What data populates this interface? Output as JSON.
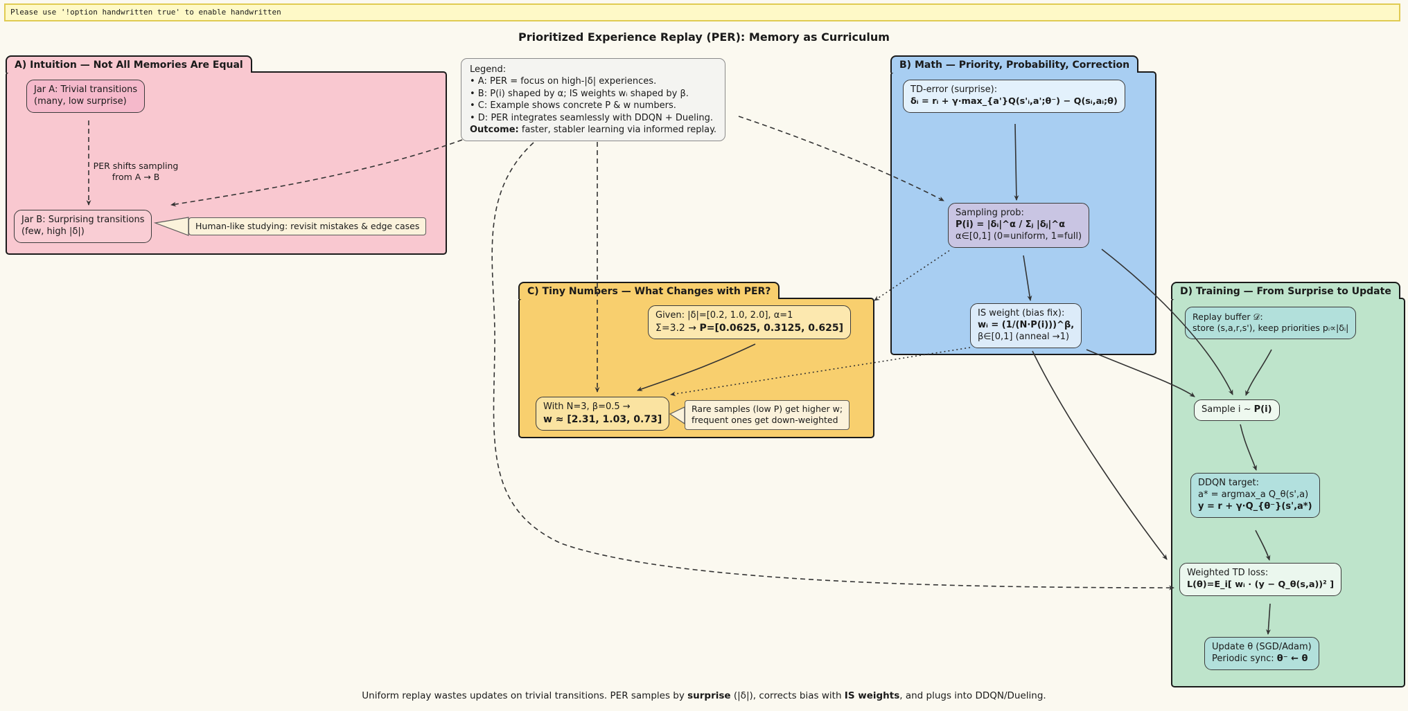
{
  "banner": {
    "text": "Please use '!option handwritten true' to enable handwritten"
  },
  "title": "Prioritized Experience Replay (PER): Memory as Curriculum",
  "colors": {
    "panel_a": "#F9C8D0",
    "panel_b": "#A8CEF2",
    "panel_c": "#F8CF6E",
    "panel_d": "#BEE4CB",
    "callout": "#FBF2DB",
    "banner_bg": "#FEF9C7"
  },
  "panel_a": {
    "header": "A) Intuition — Not All Memories Are Equal",
    "jar_a": {
      "line1": "Jar A: Trivial transitions",
      "line2": "(many, low surprise)"
    },
    "shift_label": {
      "line1": "PER shifts sampling",
      "line2": "from A → B"
    },
    "jar_b": {
      "line1": "Jar B: Surprising transitions",
      "line2": "(few, high |δ|)"
    },
    "callout": "Human-like studying: revisit mistakes & edge cases"
  },
  "legend": {
    "title": "Legend:",
    "items": [
      "• A: PER = focus on high-|δ| experiences.",
      "• B: P(i) shaped by α; IS weights wᵢ shaped by β.",
      "• C: Example shows concrete P & w numbers.",
      "• D: PER integrates seamlessly with DDQN + Dueling."
    ],
    "outcome_label": "Outcome:",
    "outcome_text": " faster, stabler learning via informed replay."
  },
  "panel_b": {
    "header": "B) Math — Priority, Probability, Correction",
    "td_box": {
      "title": "TD-error (surprise):",
      "formula": "δᵢ = rᵢ + γ·max_{a'}Q(s'ᵢ,a';θ⁻) − Q(sᵢ,aᵢ;θ)"
    },
    "sampling_box": {
      "title": "Sampling prob:",
      "formula": "P(i) = |δᵢ|^α / Σⱼ |δⱼ|^α",
      "note": "α∈[0,1] (0=uniform, 1=full)"
    },
    "is_box": {
      "title": "IS weight (bias fix):",
      "formula": "wᵢ = (1/(N·P(i)))^β,",
      "note": "β∈[0,1] (anneal →1)"
    }
  },
  "panel_c": {
    "header": "C) Tiny Numbers — What Changes with PER?",
    "given_box": {
      "line1": "Given: |δ|=[0.2, 1.0, 2.0], α=1",
      "line2_prefix": "Σ=3.2 → ",
      "line2_bold": "P=[0.0625, 0.3125, 0.625]"
    },
    "with_box": {
      "line1": "With N=3, β=0.5 →",
      "line2_bold": "w ≈ [2.31, 1.03, 0.73]"
    },
    "callout": {
      "line1": "Rare samples (low P) get higher w;",
      "line2": "frequent ones get down-weighted"
    }
  },
  "panel_d": {
    "header": "D) Training — From Surprise to Update",
    "replay_box": {
      "line1": "Replay buffer 𝒟:",
      "line2": "store (s,a,r,s'), keep priorities pᵢ∝|δᵢ|"
    },
    "sample_box": {
      "prefix": "Sample i ~ ",
      "bold": "P(i)"
    },
    "ddqn_box": {
      "line1": "DDQN target:",
      "line2": "a* = argmax_a Q_θ(s',a)",
      "line3_bold": "y = r + γ·Q_{θ⁻}(s',a*)"
    },
    "loss_box": {
      "line1": "Weighted TD loss:",
      "line2_bold": "L(θ)=E_i[ wᵢ · (y − Q_θ(s,a))² ]"
    },
    "update_box": {
      "line1": "Update θ (SGD/Adam)",
      "line2_prefix": "Periodic sync: ",
      "line2_bold": "θ⁻ ← θ"
    }
  },
  "caption": {
    "p1": "Uniform replay wastes updates on trivial transitions. PER samples by ",
    "b1": "surprise",
    "p2": " (|δ|), corrects bias with ",
    "b2": "IS weights",
    "p3": ", and plugs into DDQN/Dueling."
  }
}
